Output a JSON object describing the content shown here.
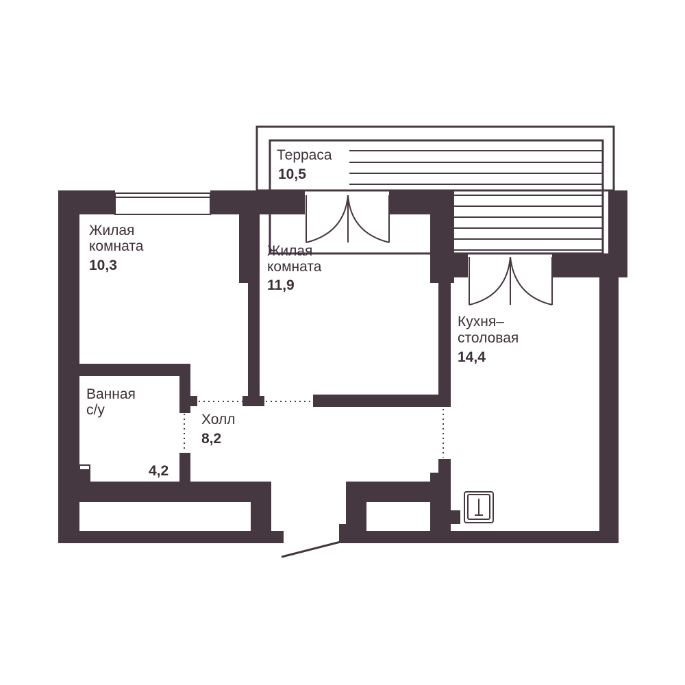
{
  "rooms": {
    "terrace": {
      "name": "Терраса",
      "area": "10,5"
    },
    "living_left": {
      "name_line1": "Жилая",
      "name_line2": "комната",
      "area": "10,3"
    },
    "living_center": {
      "name_line1": "Жилая",
      "name_line2": "комната",
      "area": "11,9"
    },
    "kitchen": {
      "name_line1": "Кухня–",
      "name_line2": "столовая",
      "area": "14,4"
    },
    "bathroom": {
      "name_line1": "Ванная",
      "name_line2": "с/у",
      "area": "4,2"
    },
    "hall": {
      "name": "Холл",
      "area": "8,2"
    }
  },
  "colors": {
    "wall": "#463841",
    "background": "#ffffff"
  }
}
